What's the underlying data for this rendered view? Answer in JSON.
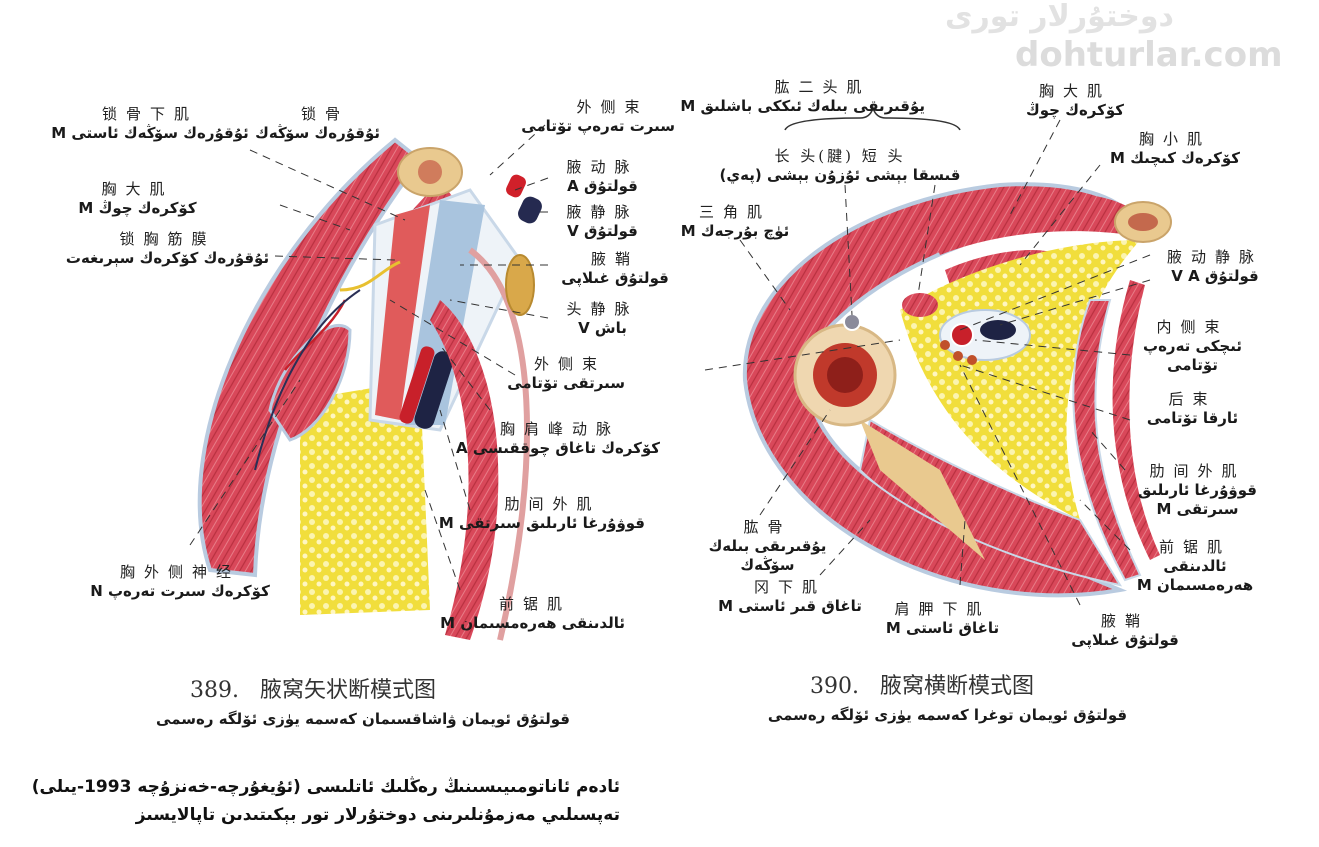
{
  "watermark": {
    "script_logo": "دوختۇرلار تورى",
    "site": "dohturlar.com"
  },
  "colors": {
    "muscle": "#d9485a",
    "fat": "#f3e24a",
    "vein": "#2a2f55",
    "artery": "#c8202a",
    "sheath": "#c9d8e8",
    "bone": "#e9c98f"
  },
  "figure389": {
    "number": "389.",
    "title_zh": "腋窝矢状断模式图",
    "title_ug": "قولتۇق ئويمان ۋاشاقسىمان كەسمە يۈزى ئۆلگە رەسمى",
    "labels": [
      {
        "zh": "锁骨下肌",
        "ug": "ئۇقۇرەك سۆڭەك ئاستى M"
      },
      {
        "zh": "锁骨",
        "ug": "ئۇقۇرەك سۆڭەك"
      },
      {
        "zh": "胸大肌",
        "ug": "كۆكرەك چوڭ M"
      },
      {
        "zh": "锁胸筋膜",
        "ug": "ئۇقۇرەك كۆكرەك سېرىغەت"
      },
      {
        "zh": "外侧束",
        "ug": "سىرت تەرەپ تۆتامى"
      },
      {
        "zh": "腋动脉",
        "ug": "قولتۇق A"
      },
      {
        "zh": "腋静脉",
        "ug": "قولتۇق V"
      },
      {
        "zh": "腋鞘",
        "ug": "قولتۇق غىلاپى"
      },
      {
        "zh": "头静脉",
        "ug": "باش V"
      },
      {
        "zh": "外侧束",
        "ug": "سىرتقى تۆتامى"
      },
      {
        "zh": "胸肩峰动脉",
        "ug": "كۆكرەك تاغاق چوققىسى A"
      },
      {
        "zh": "肋间外肌",
        "ug": "قوۋۇرغا ئارىلىق سىرتقى M"
      },
      {
        "zh": "胸外侧神经",
        "ug": "كۆكرەك سىرت تەرەپ N"
      },
      {
        "zh": "前锯肌",
        "ug": "ئالدىنقى ھەرەمسىمان M"
      }
    ]
  },
  "figure390": {
    "number": "390.",
    "title_zh": "腋窝横断模式图",
    "title_ug": "قولتۇق ئويمان توغرا كەسمە يۈزى ئۆلگە رەسمى",
    "labels": [
      {
        "zh": "肱二头肌",
        "ug": "يۇقىرىقى بىلەك ئىككى باشلىق M"
      },
      {
        "zh": "长  头(腱)   短  头",
        "ug": "قىسقا بېشى   ئۇزۇن بېشى (پەي)"
      },
      {
        "zh": "三角肌",
        "ug": "ئۈچ بۇرجەك M"
      },
      {
        "zh": "胸大肌",
        "ug": "كۆكرەك چوڭ"
      },
      {
        "zh": "胸小肌",
        "ug": "كۆكرەك كىچىك M"
      },
      {
        "zh": "腋动静脉",
        "ug": "قولتۇق V   A"
      },
      {
        "zh": "内侧束",
        "ug": "ئىچكى تەرەپ تۆتامى"
      },
      {
        "zh": "后束",
        "ug": "ئارقا تۆتامى"
      },
      {
        "zh": "肋间外肌",
        "ug": "قوۋۇرغا ئارىلىق سىرتقى M"
      },
      {
        "zh": "前锯肌",
        "ug": "ئالدىنقى ھەرەمسىمان M"
      },
      {
        "zh": "腋鞘",
        "ug": "قولتۇق غىلاپى"
      },
      {
        "zh": "肱骨",
        "ug": "يۇقىرىقى بىلەك سۆڭەك"
      },
      {
        "zh": "冈下肌",
        "ug": "تاغاق قىر ئاستى M"
      },
      {
        "zh": "肩胛下肌",
        "ug": "تاغاق ئاستى M"
      }
    ]
  },
  "footer": {
    "line1": "ئادەم ئاناتومىيىسىنىڭ رەڭلىك ئاتلىسى (ئۇيغۇرچە-خەنزۇچە 1993-يىلى)",
    "line2": "تەپسىلىي مەزمۇنلىرىنى دوختۇرلار تور بېكىتىدىن تاپالايسىز"
  }
}
